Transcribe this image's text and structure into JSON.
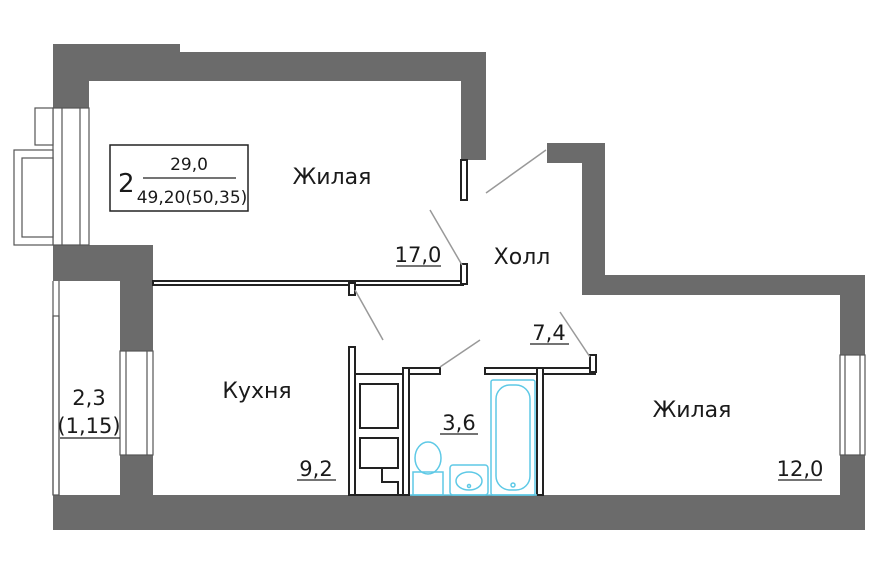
{
  "plan": {
    "room_count": "2",
    "living_area": "29,0",
    "total_area": "49,20(50,35)"
  },
  "rooms": [
    {
      "name": "Жилая",
      "area": "17,0"
    },
    {
      "name": "Холл",
      "area": "7,4"
    },
    {
      "name": "Кухня",
      "area": "9,2"
    },
    {
      "name": "",
      "area": "3,6"
    },
    {
      "name": "Жилая",
      "area": "12,0"
    }
  ],
  "balcony": {
    "area": "2,3",
    "area_reduced": "(1,15)"
  },
  "colors": {
    "wall": "#6b6b6b",
    "fixture": "#5ec9e6",
    "line": "#222222"
  }
}
